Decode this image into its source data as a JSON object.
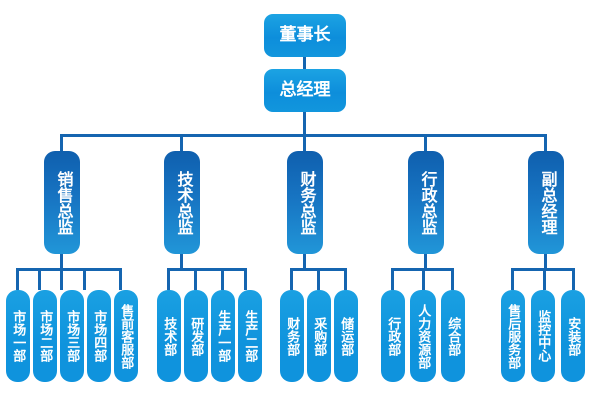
{
  "chart": {
    "type": "org-chart",
    "title": "",
    "palette": {
      "level1_box": "#0d8edb",
      "level2_box_top": "#0f5fae",
      "level2_box_bottom": "#2196d8",
      "level3_box": "#0f93dd",
      "connector": "#1565b0",
      "text": "#ffffff",
      "background": "#ffffff"
    },
    "levels": {
      "level1": [
        {
          "id": "chairman",
          "label": "董事长"
        },
        {
          "id": "general-manager",
          "label": "总经理"
        }
      ],
      "level2": [
        {
          "id": "sales-director",
          "label": "销售总监"
        },
        {
          "id": "technical-director",
          "label": "技术总监"
        },
        {
          "id": "finance-director",
          "label": "财务总监"
        },
        {
          "id": "admin-director",
          "label": "行政总监"
        },
        {
          "id": "deputy-general-manager",
          "label": "副总经理"
        }
      ],
      "level3": {
        "sales-director": [
          {
            "id": "market-dept-1",
            "label": "市场一部"
          },
          {
            "id": "market-dept-2",
            "label": "市场二部"
          },
          {
            "id": "market-dept-3",
            "label": "市场三部"
          },
          {
            "id": "market-dept-4",
            "label": "市场四部"
          },
          {
            "id": "presales-service-dept",
            "label": "售前客服部"
          }
        ],
        "technical-director": [
          {
            "id": "technical-dept",
            "label": "技术部"
          },
          {
            "id": "rnd-dept",
            "label": "研发部"
          },
          {
            "id": "production-dept-1",
            "label": "生产一部"
          },
          {
            "id": "production-dept-2",
            "label": "生产二部"
          }
        ],
        "finance-director": [
          {
            "id": "finance-dept",
            "label": "财务部"
          },
          {
            "id": "purchasing-dept",
            "label": "采购部"
          },
          {
            "id": "storage-transport-dept",
            "label": "储运部"
          }
        ],
        "admin-director": [
          {
            "id": "admin-dept",
            "label": "行政部"
          },
          {
            "id": "hr-dept",
            "label": "人力资源部"
          },
          {
            "id": "general-affairs-dept",
            "label": "综合部"
          }
        ],
        "deputy-general-manager": [
          {
            "id": "aftersales-service-dept",
            "label": "售后服务部"
          },
          {
            "id": "monitoring-center",
            "label": "监控中心"
          },
          {
            "id": "installation-dept",
            "label": "安装部"
          }
        ]
      }
    }
  }
}
